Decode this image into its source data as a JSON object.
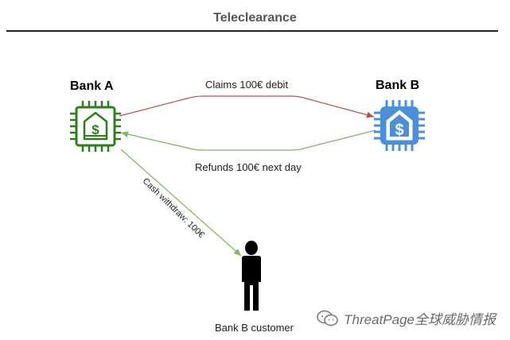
{
  "title": "Teleclearance",
  "colors": {
    "bank_a": "#2e7d1e",
    "bank_b": "#4a8fd8",
    "claim_arrow": "#b85450",
    "refund_arrow": "#82b366",
    "cash_arrow": "#82b366"
  },
  "nodes": {
    "bank_a": {
      "label": "Bank A",
      "icon": "bank-chip-icon"
    },
    "bank_b": {
      "label": "Bank B",
      "icon": "bank-chip-icon"
    },
    "customer": {
      "label": "Bank B customer",
      "icon": "person-icon"
    }
  },
  "edges": {
    "claim": {
      "label": "Claims 100€ debit"
    },
    "refund": {
      "label": "Refunds 100€ next day"
    },
    "cash": {
      "label": "Cash withdraw: 100€"
    }
  },
  "watermark": {
    "text": "ThreatPage全球威胁情报",
    "icon": "wechat-icon"
  }
}
